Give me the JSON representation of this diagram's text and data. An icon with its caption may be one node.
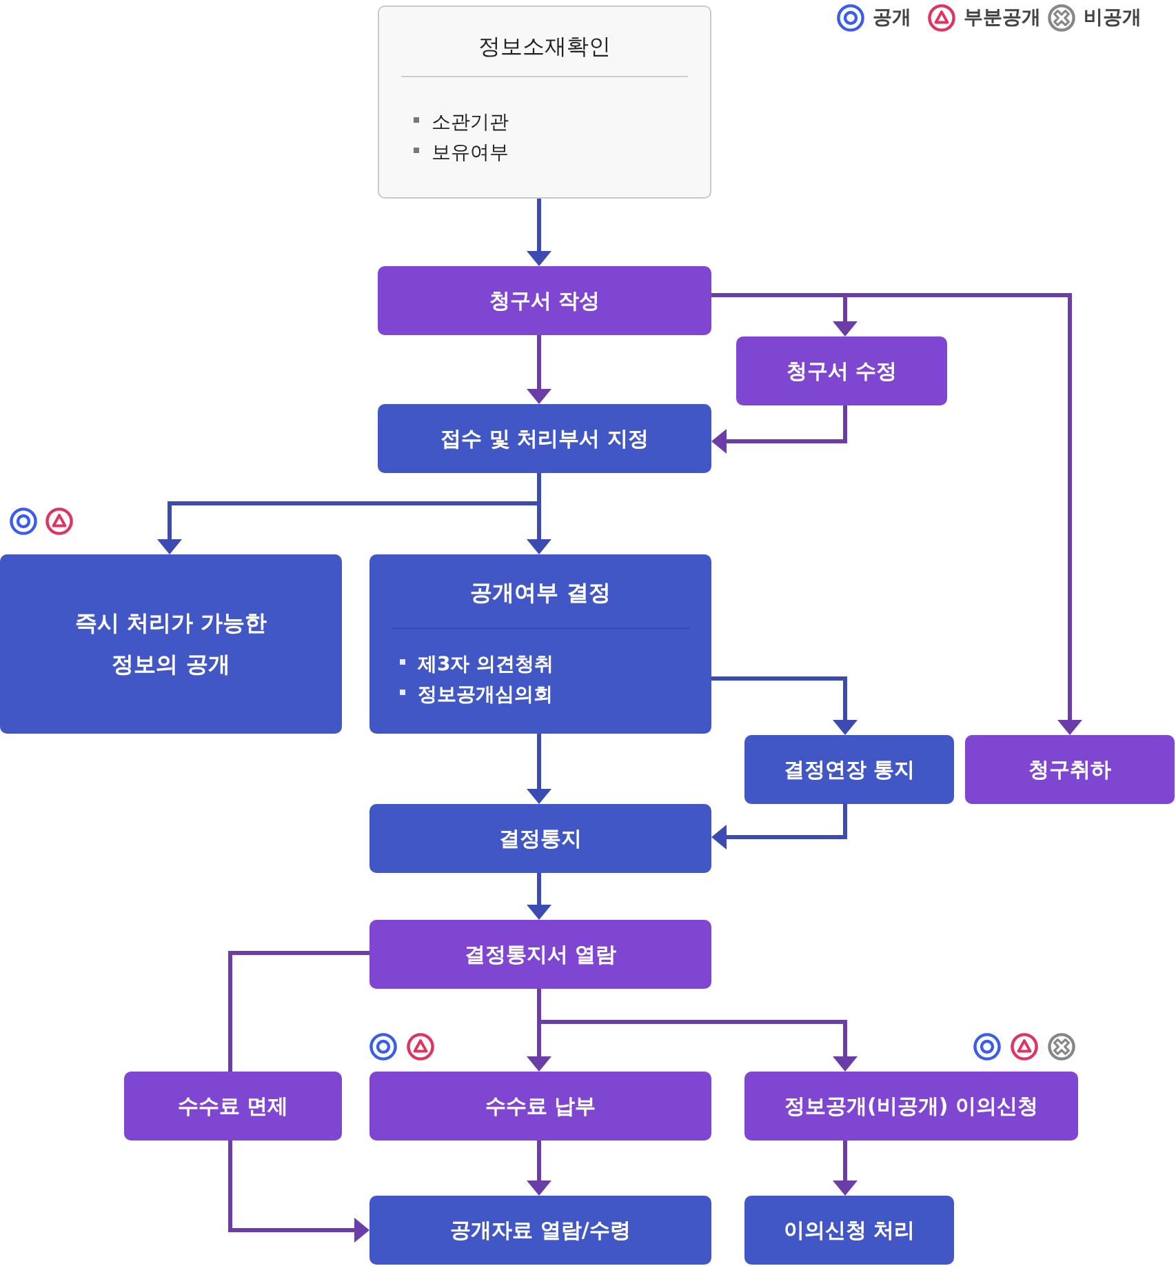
{
  "diagram": {
    "nodes": [
      {
        "text": [
          "정보소재확인",
          "소관기관",
          "보유여부"
        ]
      },
      {
        "text": [
          "청구서 작성"
        ]
      },
      {
        "text": [
          "청구서 수정"
        ]
      },
      {
        "text": [
          "접수 및 처리부서 지정"
        ]
      },
      {
        "text": [
          "즉시 처리가 가능한 정보의 공개"
        ]
      },
      {
        "text": [
          "공개여부 결정",
          "제3자 의견청취",
          "정보공개심의회"
        ]
      },
      {
        "text": [
          "결정연장 통지"
        ]
      },
      {
        "text": [
          "청구취하"
        ]
      },
      {
        "text": [
          "결정통지"
        ]
      },
      {
        "text": [
          "결정통지서 열람"
        ]
      },
      {
        "text": [
          "수수료 면제"
        ]
      },
      {
        "text": [
          "수수료 납부"
        ]
      },
      {
        "text": [
          "정보공개(비공개) 이의신청"
        ]
      },
      {
        "text": [
          "공개자료 열람/수령"
        ]
      },
      {
        "text": [
          "이의신청 처리"
        ]
      }
    ],
    "edges": [
      {
        "from": 0,
        "to": 1,
        "arrow": "to",
        "color": "#3c4bb2"
      },
      {
        "from": 1,
        "to": 3,
        "arrow": "to"
      },
      {
        "from": 1,
        "to": 2,
        "arrow": "to"
      },
      {
        "from": 1,
        "to": 7,
        "arrow": "to"
      },
      {
        "from": 2,
        "to": 3,
        "arrow": "to"
      },
      {
        "from": 3,
        "to": 4,
        "arrow": "to",
        "color": "#3c4bb2"
      },
      {
        "from": 3,
        "to": 5,
        "arrow": "to",
        "color": "#3c4bb2"
      },
      {
        "from": 5,
        "to": 6,
        "arrow": "to",
        "color": "#3c4bb2"
      },
      {
        "from": 5,
        "to": 8,
        "arrow": "to",
        "color": "#3c4bb2"
      },
      {
        "from": 6,
        "to": 8,
        "arrow": "to",
        "color": "#3c4bb2"
      },
      {
        "from": 8,
        "to": 9,
        "arrow": "to",
        "color": "#3c4bb2"
      },
      {
        "from": 9,
        "to": 10,
        "arrow": "none"
      },
      {
        "from": 9,
        "to": 11,
        "arrow": "to"
      },
      {
        "from": 9,
        "to": 12,
        "arrow": "to"
      },
      {
        "from": 10,
        "to": 13,
        "arrow": "to"
      },
      {
        "from": 11,
        "to": 13,
        "arrow": "to"
      },
      {
        "from": 12,
        "to": 14,
        "arrow": "to"
      }
    ],
    "legend": [
      {
        "text": "공개"
      },
      {
        "text": "부분공개"
      },
      {
        "text": "비공개"
      }
    ]
  }
}
